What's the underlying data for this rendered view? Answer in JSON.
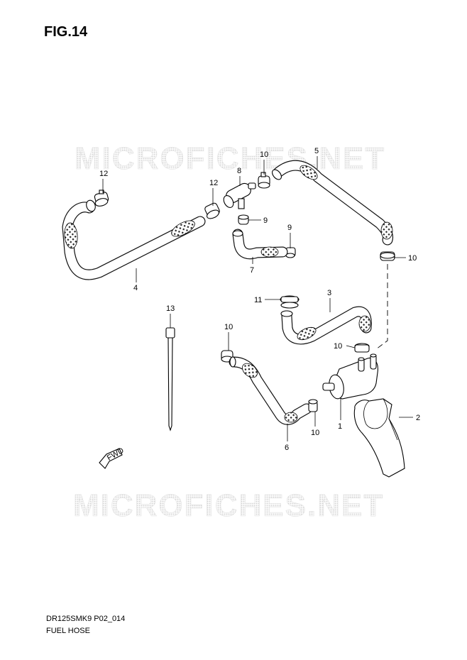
{
  "figure": {
    "title": "FIG.14"
  },
  "watermark": {
    "top": "MICROFICHES.NET",
    "bottom": "MICROFICHES.NET"
  },
  "footer": {
    "code": "DR125SMK9 P02_014",
    "title": "FUEL HOSE"
  },
  "callouts": {
    "c1": "1",
    "c2": "2",
    "c3": "3",
    "c4": "4",
    "c5": "5",
    "c6": "6",
    "c7": "7",
    "c8": "8",
    "c9a": "9",
    "c9b": "9",
    "c10a": "10",
    "c10b": "10",
    "c10c": "10",
    "c10d": "10",
    "c10e": "10",
    "c11": "11",
    "c12a": "12",
    "c12b": "12",
    "c13": "13"
  },
  "fwd_label": "FWD"
}
